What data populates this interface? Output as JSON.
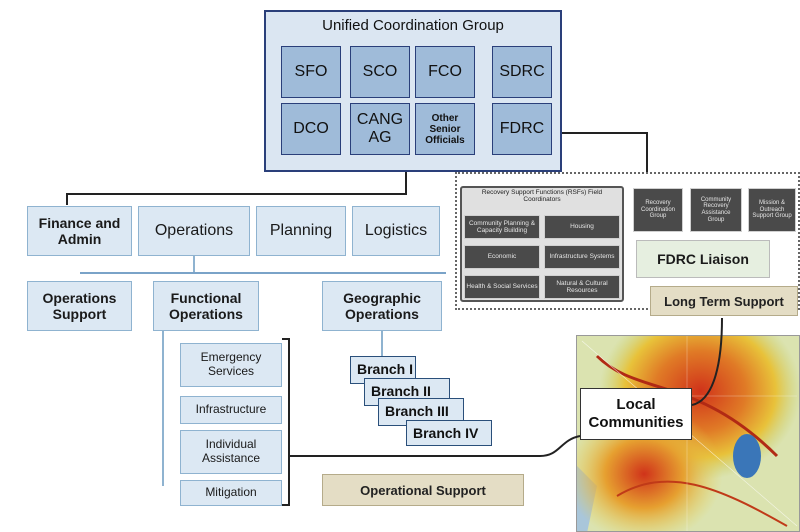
{
  "ucg": {
    "title": "Unified Coordination Group",
    "sfo": "SFO",
    "sco": "SCO",
    "fco": "FCO",
    "sdrc": "SDRC",
    "dco": "DCO",
    "cang": "CANG AG",
    "other": "Other Senior Officials",
    "fdrc": "FDRC"
  },
  "sections": {
    "finance": "Finance and Admin",
    "operations": "Operations",
    "planning": "Planning",
    "logistics": "Logistics"
  },
  "ops": {
    "support": "Operations Support",
    "functional": "Functional Operations",
    "geographic": "Geographic Operations"
  },
  "functional_items": [
    "Emergency Services",
    "Infrastructure",
    "Individual Assistance",
    "Mitigation"
  ],
  "branches": [
    "Branch I",
    "Branch II",
    "Branch III",
    "Branch IV"
  ],
  "rsf": {
    "title": "Recovery Support Functions (RSFs) Field Coordinators",
    "items": [
      "Community Planning & Capacity Building",
      "Housing",
      "Economic",
      "Infrastructure Systems",
      "Health & Social Services",
      "Natural & Cultural Resources"
    ]
  },
  "fdrc_groups": [
    "Recovery Coordination Group",
    "Community Recovery Assistance Group",
    "Mission & Outreach Support Group"
  ],
  "fdrc_liaison": "FDRC Liaison",
  "long_term_support": "Long Term Support",
  "operational_support": "Operational Support",
  "local_communities": "Local Communities",
  "colors": {
    "box_fill": "#dce8f3",
    "ucg_box": "#9fbbd9",
    "dark_box": "#4a4a4a",
    "tan": "#e4ddc5"
  }
}
